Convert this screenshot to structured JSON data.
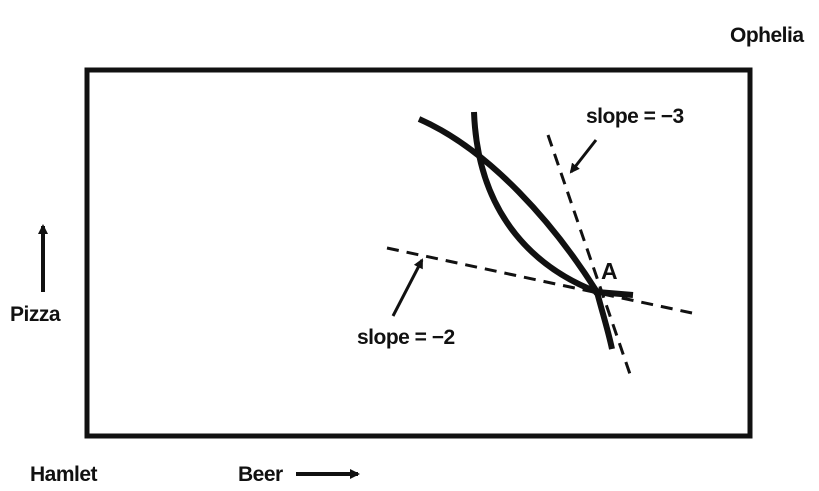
{
  "labels": {
    "top_right": "Ophelia",
    "bottom_left": "Hamlet",
    "x_axis": "Beer",
    "y_axis": "Pizza",
    "point": "A",
    "slope_upper": "slope = −3",
    "slope_lower": "slope = −2"
  },
  "colors": {
    "ink": "#111111",
    "background": "#ffffff"
  }
}
